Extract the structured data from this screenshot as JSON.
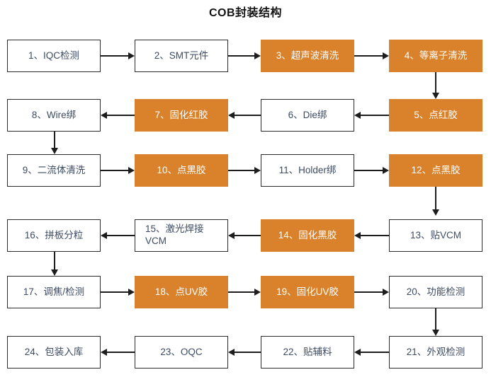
{
  "title": "COB封装结构",
  "colors": {
    "fill_highlight": "#d9822b",
    "box_border": "#2b2b2b",
    "box_text": "#3d4b63",
    "highlight_text": "#ffffff",
    "connector": "#1d1d1d",
    "background": "#ffffff",
    "title_text": "#141414"
  },
  "flow": {
    "rows": [
      {
        "direction": "left-to-right",
        "nodes": [
          {
            "id": 1,
            "label": "1、IQC检测",
            "highlighted": false
          },
          {
            "id": 2,
            "label": "2、SMT元件",
            "highlighted": false
          },
          {
            "id": 3,
            "label": "3、超声波清洗",
            "highlighted": true
          },
          {
            "id": 4,
            "label": "4、等离子清洗",
            "highlighted": true
          }
        ]
      },
      {
        "direction": "right-to-left",
        "nodes": [
          {
            "id": 8,
            "label": "8、Wire绑",
            "highlighted": false
          },
          {
            "id": 7,
            "label": "7、固化红胶",
            "highlighted": true
          },
          {
            "id": 6,
            "label": "6、Die绑",
            "highlighted": false
          },
          {
            "id": 5,
            "label": "5、点红胶",
            "highlighted": true
          }
        ]
      },
      {
        "direction": "left-to-right",
        "nodes": [
          {
            "id": 9,
            "label": "9、二流体清洗",
            "highlighted": false
          },
          {
            "id": 10,
            "label": "10、点黑胶",
            "highlighted": true
          },
          {
            "id": 11,
            "label": "11、Holder绑",
            "highlighted": false
          },
          {
            "id": 12,
            "label": "12、点黑胶",
            "highlighted": true
          }
        ]
      },
      {
        "direction": "right-to-left",
        "nodes": [
          {
            "id": 16,
            "label": "16、拼板分粒",
            "highlighted": false
          },
          {
            "id": 15,
            "label": "15、激光焊接\nVCM",
            "highlighted": false,
            "twoline": true
          },
          {
            "id": 14,
            "label": "14、固化黑胶",
            "highlighted": true
          },
          {
            "id": 13,
            "label": "13、贴VCM",
            "highlighted": false
          }
        ]
      },
      {
        "direction": "left-to-right",
        "nodes": [
          {
            "id": 17,
            "label": "17、调焦/检测",
            "highlighted": false
          },
          {
            "id": 18,
            "label": "18、点UV胶",
            "highlighted": true
          },
          {
            "id": 19,
            "label": "19、固化UV胶",
            "highlighted": true
          },
          {
            "id": 20,
            "label": "20、功能检测",
            "highlighted": false
          }
        ]
      },
      {
        "direction": "right-to-left",
        "nodes": [
          {
            "id": 24,
            "label": "24、包装入库",
            "highlighted": false
          },
          {
            "id": 23,
            "label": "23、OQC",
            "highlighted": false
          },
          {
            "id": 22,
            "label": "22、贴辅料",
            "highlighted": false
          },
          {
            "id": 21,
            "label": "21、外观检测",
            "highlighted": false
          }
        ]
      }
    ],
    "vertical_links": [
      {
        "from": 4,
        "to": 5,
        "side": "right"
      },
      {
        "from": 8,
        "to": 9,
        "side": "left"
      },
      {
        "from": 12,
        "to": 13,
        "side": "right"
      },
      {
        "from": 16,
        "to": 17,
        "side": "left"
      },
      {
        "from": 20,
        "to": 21,
        "side": "right"
      }
    ]
  }
}
